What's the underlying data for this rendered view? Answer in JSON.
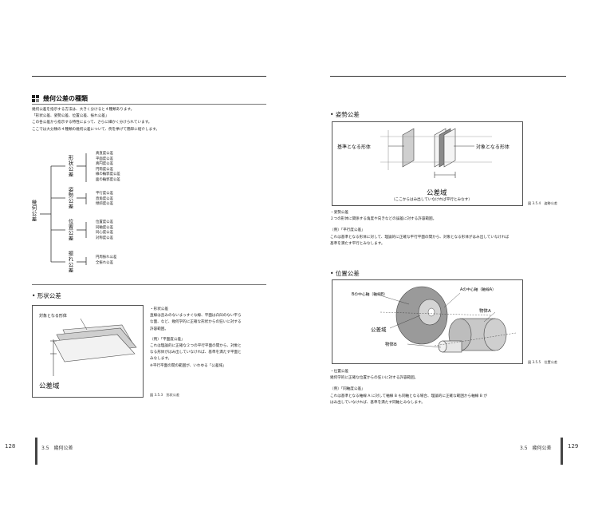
{
  "left": {
    "heading": "幾何公差の種類",
    "intro": [
      "幾何公差を指示する方法は、大きく分けると４種類あります。",
      "「形状公差、姿勢公差、位置公差、振れ公差」",
      "この各公差から指示する特性によって、さらに細かく分けられています。",
      "ここでは大分類の４種類の幾何公差について、例を挙げて簡単に紹介します。"
    ],
    "tree": {
      "root": "幾何公差",
      "groups": [
        {
          "name": "形状公差",
          "items": [
            "真直度公差",
            "平面度公差",
            "真円度公差",
            "円筒度公差",
            "線の輪郭度公差",
            "面の輪郭度公差"
          ]
        },
        {
          "name": "姿勢公差",
          "items": [
            "平行度公差",
            "直角度公差",
            "傾斜度公差"
          ]
        },
        {
          "name": "位置公差",
          "items": [
            "位置度公差",
            "同軸度公差",
            "同心度公差",
            "対称度公差"
          ]
        },
        {
          "name": "振れ公差",
          "items": [
            "円周振れ公差",
            "全振れ公差"
          ]
        }
      ]
    },
    "shape_section": {
      "title": "• 形状公差",
      "fig_target_label": "対象となる形体",
      "fig_zone_label": "公差域",
      "text_lines": [
        "・形状公差",
        "直線は歪みのないまっすぐな線、平面は凸凹のない平ら",
        "な面、など、幾何学的に正確な形状からの狂いに対する",
        "許容範囲。"
      ],
      "example_head": "（例）「平面度公差」",
      "example_lines": [
        "これは理論的に正確な２つの平行平面の間から、対象と",
        "なる形体がはみ出していなければ、基準を満たす平面と",
        "みなします。",
        "※平行平面の間の範囲が、いわゆる「公差域」"
      ],
      "caption": "図 3.5.3　形状公差"
    },
    "footer": {
      "page": "128",
      "chapter": "3.5　幾何公差"
    }
  },
  "right": {
    "attitude_section": {
      "title": "• 姿勢公差",
      "fig_datum_label": "基準となる形体",
      "fig_target_label": "対象となる形体",
      "fig_zone_label": "公差域",
      "fig_zone_note": "（ここからはみ出していなければ平行とみなす）",
      "caption": "図 3.5.4　姿勢公差",
      "text_lines": [
        "・姿勢公差",
        "２つの形体に関係する角度や向きなどの誤差に対する許容範囲。"
      ],
      "example_head": "（例）「平行度公差」",
      "example_lines": [
        "これは基準となる形体に対して、理論的に正確な平行平面の間から、対象となる形体がはみ出していなければ",
        "基準を満たす平行とみなします。"
      ]
    },
    "position_section": {
      "title": "• 位置公差",
      "fig_axisB_label": "Bの中心軸（軸線B）",
      "fig_axisA_label": "Aの中心軸（軸線A）",
      "fig_bodyA_label": "物体A",
      "fig_zone_label": "公差域",
      "fig_bodyB_label": "物体B",
      "caption": "図 3.5.5　位置公差",
      "text_lines": [
        "・位置公差",
        "幾何学的に正確な位置からの狂いに対する許容範囲。"
      ],
      "example_head": "（例）「同軸度公差」",
      "example_lines": [
        "これは基準となる軸線 A に対して軸線 B も同軸となる場合、理論的に正確な範囲から軸線 B が",
        "はみ出していなければ、基準を満たす同軸とみなします。"
      ]
    },
    "footer": {
      "page": "129",
      "chapter": "3.5　幾何公差"
    }
  }
}
